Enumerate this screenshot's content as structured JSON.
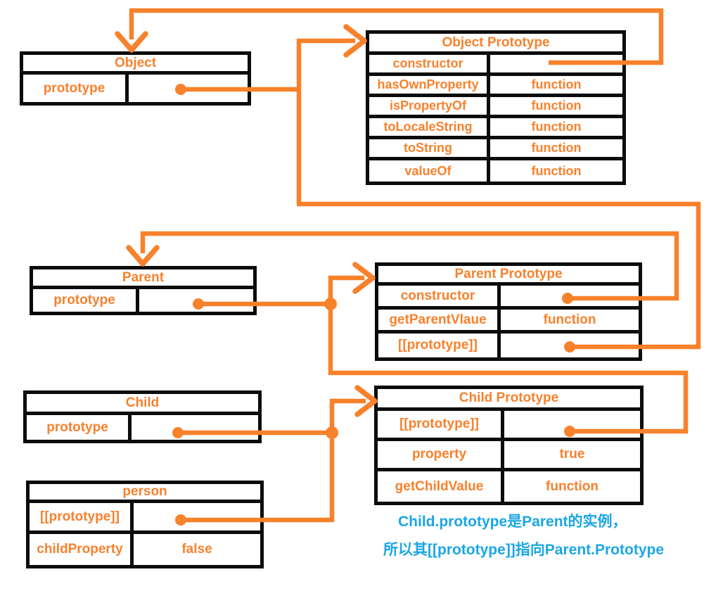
{
  "diagram": {
    "tables": [
      {
        "title": "Object",
        "rows": [
          {
            "key": "prototype",
            "value": ""
          }
        ]
      },
      {
        "title": "Object Prototype",
        "rows": [
          {
            "key": "constructor",
            "value": ""
          },
          {
            "key": "hasOwnProperty",
            "value": "function"
          },
          {
            "key": "isPropertyOf",
            "value": "function"
          },
          {
            "key": "toLocaleString",
            "value": "function"
          },
          {
            "key": "toString",
            "value": "function"
          },
          {
            "key": "valueOf",
            "value": "function"
          }
        ]
      },
      {
        "title": "Parent",
        "rows": [
          {
            "key": "prototype",
            "value": ""
          }
        ]
      },
      {
        "title": "Parent Prototype",
        "rows": [
          {
            "key": "constructor",
            "value": ""
          },
          {
            "key": "getParentVlaue",
            "value": "function"
          },
          {
            "key": "[[prototype]]",
            "value": ""
          }
        ]
      },
      {
        "title": "Child",
        "rows": [
          {
            "key": "prototype",
            "value": ""
          }
        ]
      },
      {
        "title": "Child Prototype",
        "rows": [
          {
            "key": "[[prototype]]",
            "value": ""
          },
          {
            "key": "property",
            "value": "true"
          },
          {
            "key": "getChildValue",
            "value": "function"
          }
        ]
      },
      {
        "title": "person",
        "rows": [
          {
            "key": "[[prototype]]",
            "value": ""
          },
          {
            "key": "childProperty",
            "value": "false"
          }
        ]
      }
    ],
    "annotation": {
      "line1": "Child.prototype是Parent的实例，",
      "line2": "所以其[[prototype]]指向Parent.Prototype"
    },
    "colors": {
      "orange": "#f8812c",
      "blue": "#1ba6e6",
      "black": "#0c0c0c"
    }
  }
}
